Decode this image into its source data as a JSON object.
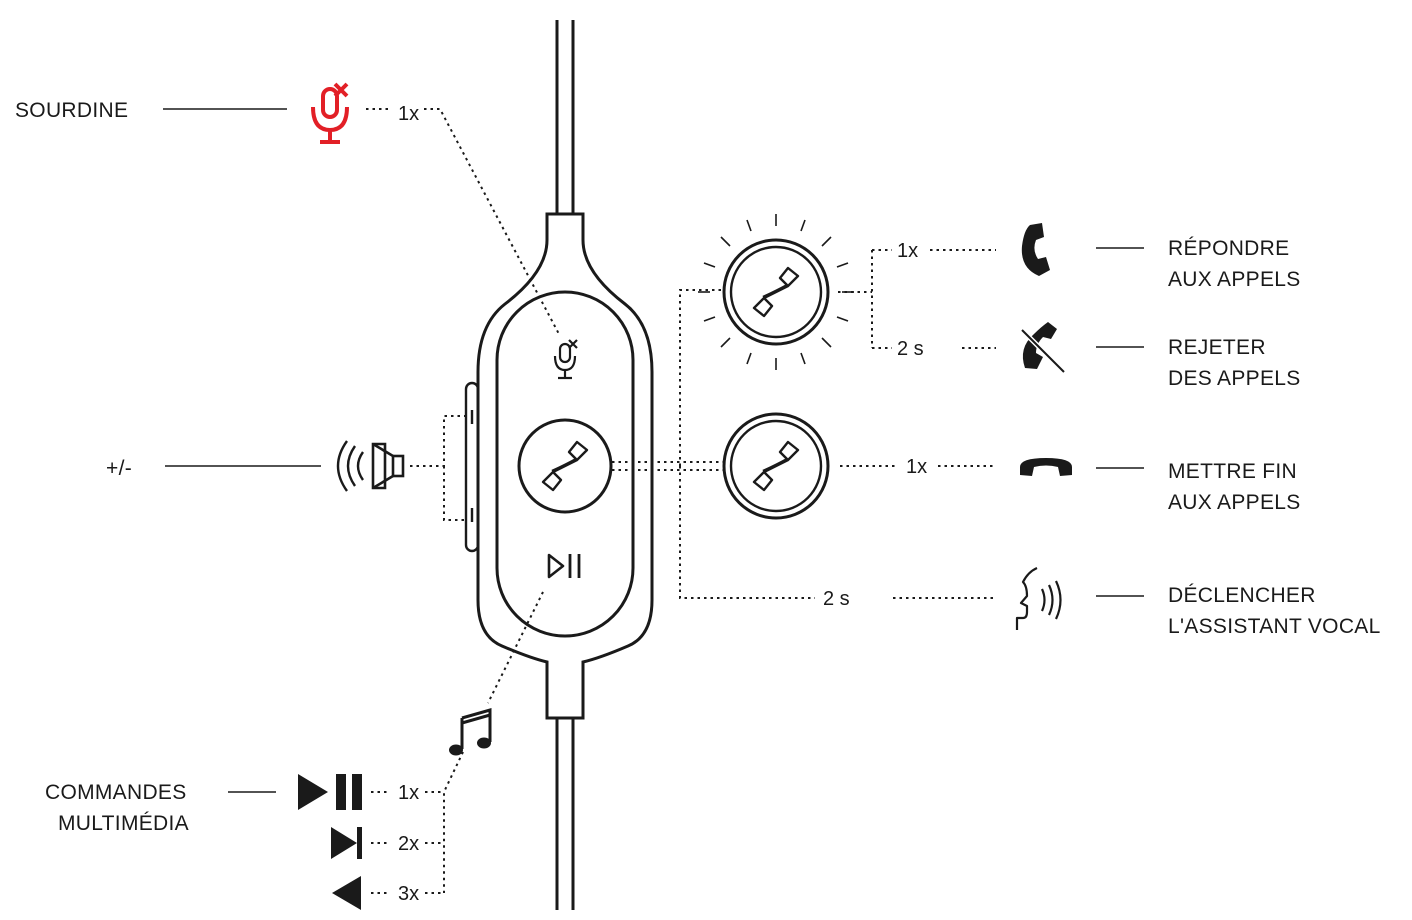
{
  "labels": {
    "mute": "SOURDINE",
    "volume": "+/-",
    "media_line1": "COMMANDES",
    "media_line2": "MULTIMÉDIA",
    "answer_line1": "RÉPONDRE",
    "answer_line2": "AUX APPELS",
    "reject_line1": "REJETER",
    "reject_line2": "DES APPELS",
    "end_line1": "METTRE FIN",
    "end_line2": "AUX APPELS",
    "assistant_line1": "DÉCLENCHER",
    "assistant_line2": "L'ASSISTANT VOCAL"
  },
  "counts": {
    "mute": "1x",
    "answer": "1x",
    "reject": "2 s",
    "end": "1x",
    "assistant": "2 s",
    "media_play": "1x",
    "media_next": "2x",
    "media_prev": "3x"
  },
  "colors": {
    "ink": "#1a1a1a",
    "mute_accent": "#e21f26"
  },
  "icons": [
    "mic-mute-icon",
    "speaker-volume-icon",
    "phone-button-icon",
    "play-pause-icon",
    "music-note-icon",
    "next-track-icon",
    "previous-track-icon",
    "phone-answer-icon",
    "phone-reject-icon",
    "phone-hangup-icon",
    "voice-assistant-icon"
  ]
}
